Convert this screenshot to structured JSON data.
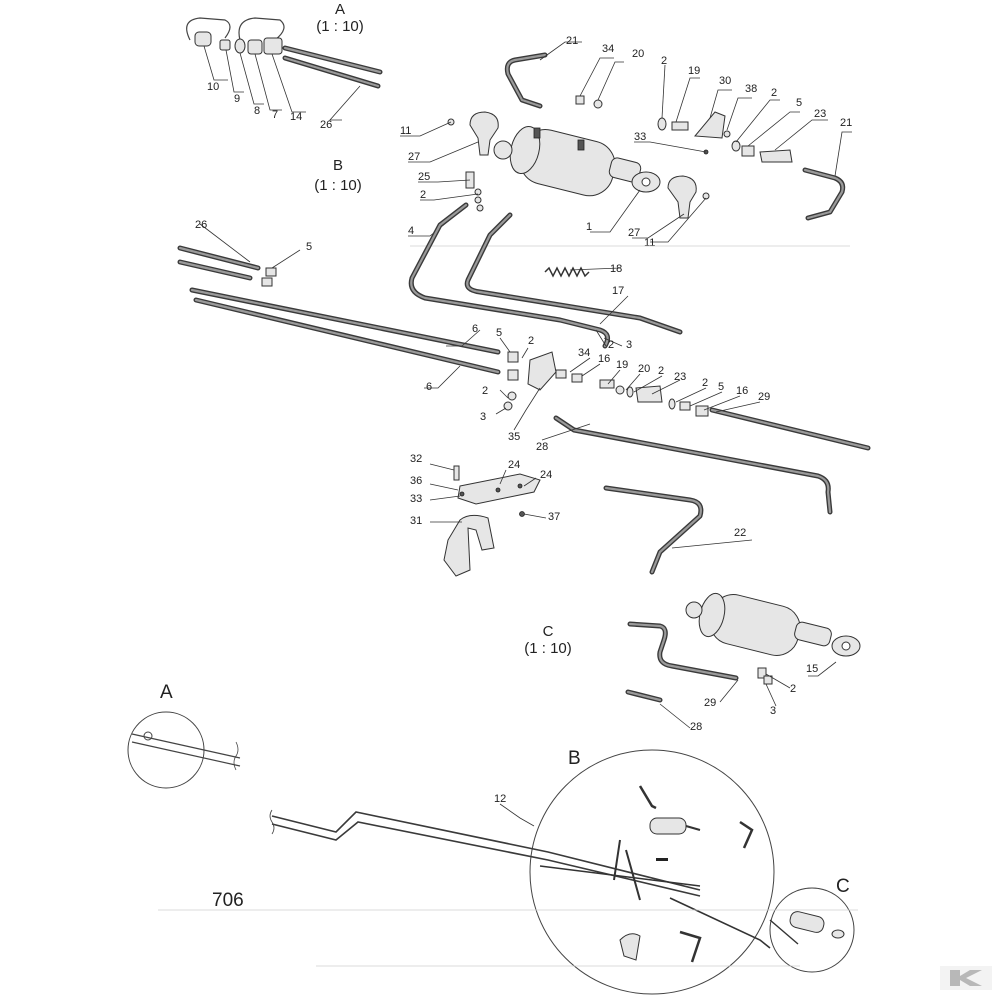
{
  "views": {
    "A": {
      "letter": "A",
      "scale": "(1 : 10)"
    },
    "B": {
      "letter": "B",
      "scale": "(1 : 10)"
    },
    "C": {
      "letter": "C",
      "scale": "(1 : 10)"
    }
  },
  "overview": {
    "callout_a": "A",
    "callout_b": "B",
    "callout_c": "C",
    "part_12": "12",
    "page_number": "706"
  },
  "labels_a": [
    "10",
    "9",
    "8",
    "7",
    "14",
    "26"
  ],
  "labels_top": [
    "21",
    "34",
    "20",
    "2",
    "19",
    "30",
    "38",
    "2",
    "5",
    "23",
    "21",
    "11",
    "33",
    "27",
    "25",
    "2",
    "1",
    "27",
    "11",
    "4"
  ],
  "labels_mid": [
    "26",
    "5",
    "18",
    "17",
    "2",
    "3",
    "6",
    "5",
    "2",
    "6",
    "34",
    "16",
    "19",
    "20",
    "2",
    "23",
    "2",
    "5",
    "16",
    "29",
    "2",
    "3",
    "35",
    "28"
  ],
  "labels_low": [
    "32",
    "24",
    "36",
    "24",
    "33",
    "37",
    "31",
    "22"
  ],
  "labels_c": [
    "15",
    "2",
    "29",
    "3",
    "28"
  ],
  "colors": {
    "line": "#3a3a3a",
    "text": "#222222",
    "logo": "#b8b8b8"
  },
  "logo": {
    "icon": "brand-k-logo-icon"
  }
}
